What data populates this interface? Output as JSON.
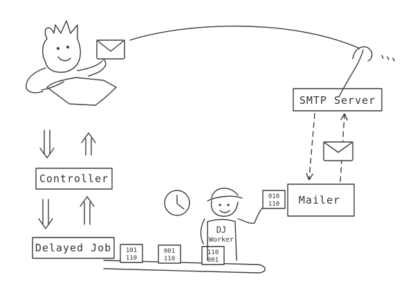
{
  "nodes": {
    "controller": "Controller",
    "delayed_job": "Delayed Job",
    "mailer": "Mailer",
    "smtp_server": "SMTP Server"
  },
  "worker": {
    "line1": "DJ",
    "line2": "Worker"
  },
  "binary_boxes": [
    {
      "top": "101",
      "bottom": "110"
    },
    {
      "top": "001",
      "bottom": "110"
    },
    {
      "top": "110",
      "bottom": "001"
    }
  ],
  "mailer_input": {
    "top": "010",
    "bottom": "110"
  },
  "connections": [
    {
      "from": "user",
      "to": "Controller",
      "style": "solid-arrow"
    },
    {
      "from": "Controller",
      "to": "user",
      "style": "solid-arrow"
    },
    {
      "from": "Controller",
      "to": "Delayed Job",
      "style": "solid-arrow"
    },
    {
      "from": "Delayed Job",
      "to": "Controller",
      "style": "solid-arrow"
    },
    {
      "from": "SMTP Server",
      "to": "Mailer",
      "style": "dashed-arrow"
    },
    {
      "from": "Mailer",
      "to": "SMTP Server",
      "style": "dashed-arrow"
    },
    {
      "from": "SMTP Server",
      "to": "user",
      "style": "fishing-line"
    }
  ],
  "icons": [
    "user-character",
    "envelope",
    "clock",
    "worker-character",
    "conveyor-belt",
    "fishing-hook"
  ]
}
